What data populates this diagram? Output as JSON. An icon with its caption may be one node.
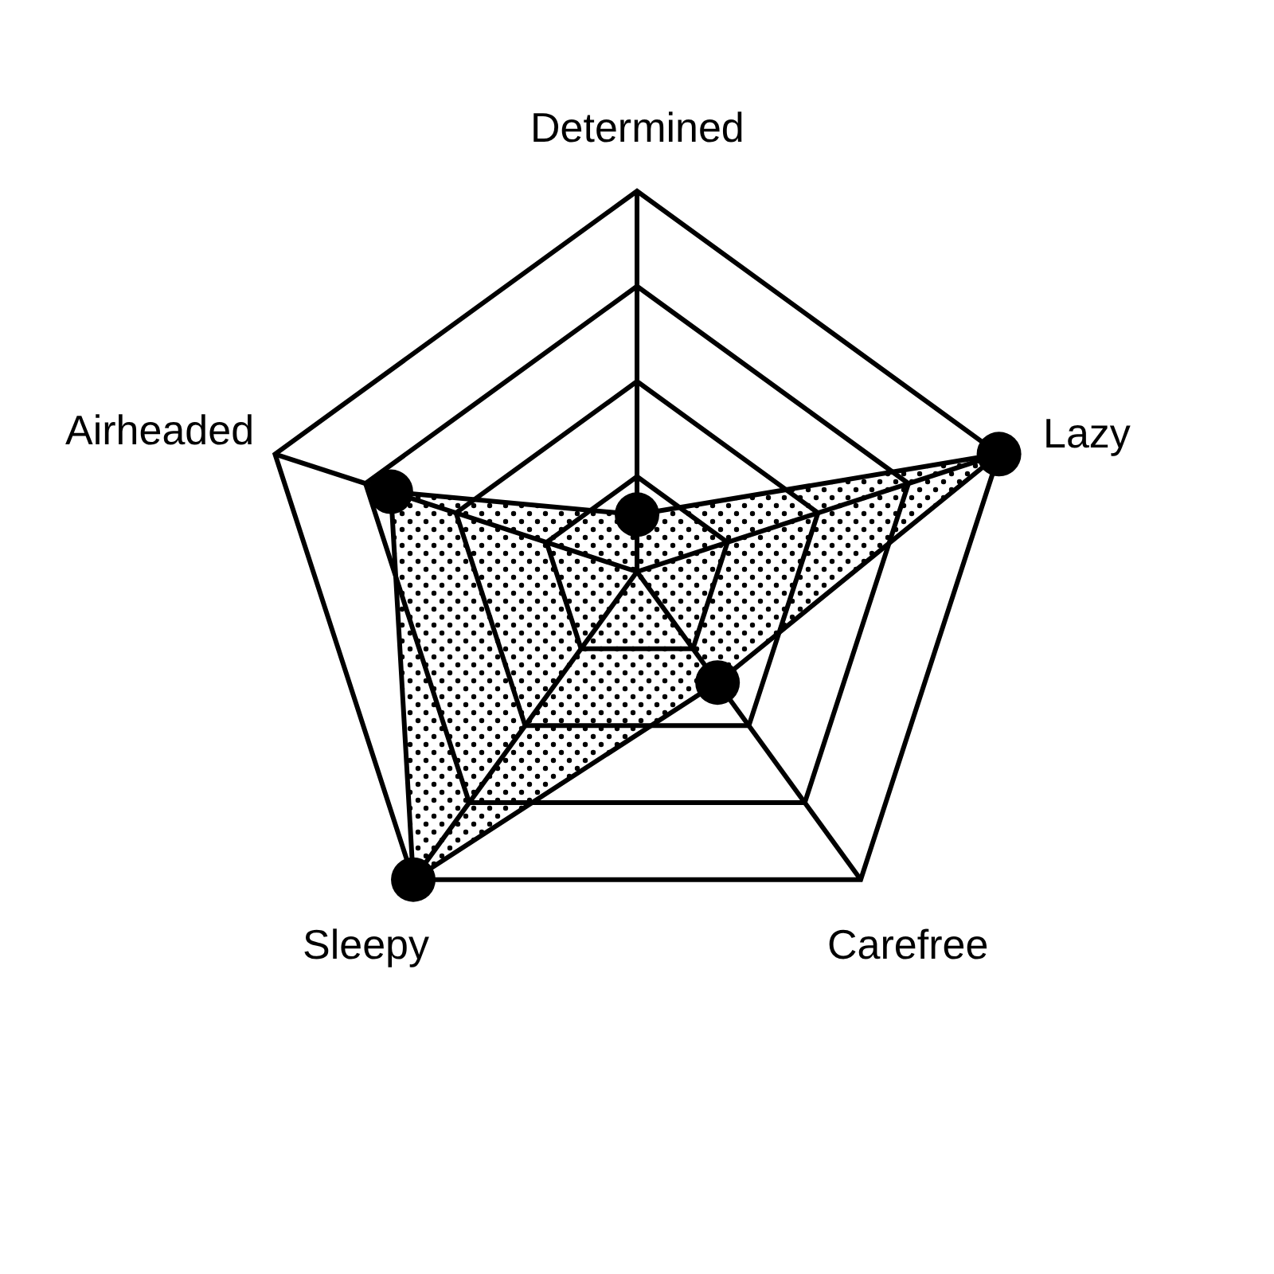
{
  "diagram": {
    "labels": [
      "Determined",
      "Airheaded",
      "Lazy",
      "Sleepy",
      "Carefree"
    ]
  }
}
